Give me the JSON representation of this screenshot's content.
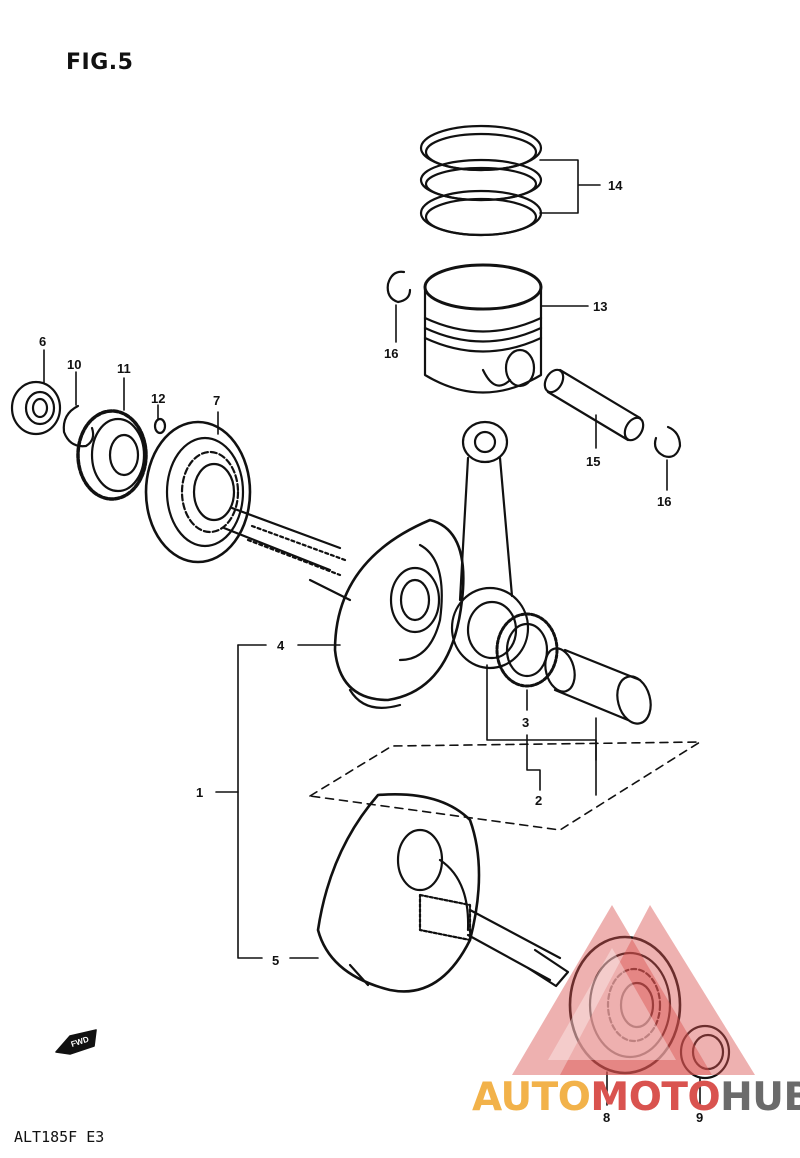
{
  "figure": {
    "title": "FIG.5",
    "model_code": "ALT185F E3",
    "fwd_label": "FWD"
  },
  "callouts": [
    {
      "id": "c1",
      "label": "1"
    },
    {
      "id": "c2",
      "label": "2"
    },
    {
      "id": "c3",
      "label": "3"
    },
    {
      "id": "c4",
      "label": "4"
    },
    {
      "id": "c5",
      "label": "5"
    },
    {
      "id": "c6",
      "label": "6"
    },
    {
      "id": "c7",
      "label": "7"
    },
    {
      "id": "c8",
      "label": "8"
    },
    {
      "id": "c9",
      "label": "9"
    },
    {
      "id": "c10",
      "label": "10"
    },
    {
      "id": "c11",
      "label": "11"
    },
    {
      "id": "c12",
      "label": "12"
    },
    {
      "id": "c13",
      "label": "13"
    },
    {
      "id": "c14",
      "label": "14"
    },
    {
      "id": "c15",
      "label": "15"
    },
    {
      "id": "c16a",
      "label": "16"
    },
    {
      "id": "c16b",
      "label": "16"
    }
  ],
  "watermark": {
    "part_a": "AUTO",
    "part_b": "MOTO",
    "part_c": "HUB",
    "colors": {
      "a": "#f2b24a",
      "b": "#d9534f",
      "c": "#6b6b6b"
    }
  }
}
